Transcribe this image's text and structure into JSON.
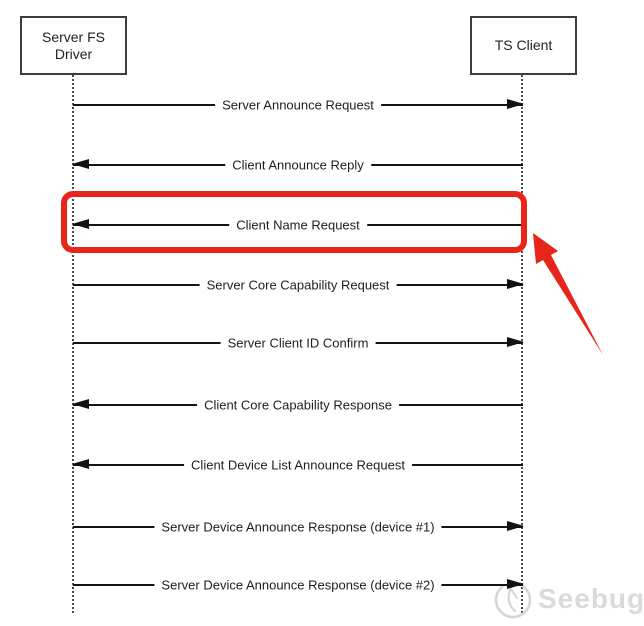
{
  "diagram": {
    "type": "sequence-diagram",
    "actors": [
      {
        "name": "Server FS Driver",
        "lines": [
          "Server FS",
          "Driver"
        ]
      },
      {
        "name": "TS Client",
        "lines": [
          "TS Client"
        ]
      }
    ],
    "messages": [
      {
        "label": "Server Announce Request",
        "direction": "right",
        "from": "Server FS Driver",
        "to": "TS Client",
        "highlighted": false
      },
      {
        "label": "Client Announce Reply",
        "direction": "left",
        "from": "TS Client",
        "to": "Server FS Driver",
        "highlighted": false
      },
      {
        "label": "Client Name Request",
        "direction": "left",
        "from": "TS Client",
        "to": "Server FS Driver",
        "highlighted": true
      },
      {
        "label": "Server Core Capability Request",
        "direction": "right",
        "from": "Server FS Driver",
        "to": "TS Client",
        "highlighted": false
      },
      {
        "label": "Server Client ID Confirm",
        "direction": "right",
        "from": "Server FS Driver",
        "to": "TS Client",
        "highlighted": false
      },
      {
        "label": "Client Core Capability Response",
        "direction": "left",
        "from": "TS Client",
        "to": "Server FS Driver",
        "highlighted": false
      },
      {
        "label": "Client Device List Announce Request",
        "direction": "left",
        "from": "TS Client",
        "to": "Server FS Driver",
        "highlighted": false
      },
      {
        "label": "Server Device Announce Response (device #1)",
        "direction": "right",
        "from": "Server FS Driver",
        "to": "TS Client",
        "highlighted": false
      },
      {
        "label": "Server Device Announce Response (device #2)",
        "direction": "right",
        "from": "Server FS Driver",
        "to": "TS Client",
        "highlighted": false
      }
    ],
    "annotation": {
      "highlighted_message": "Client Name Request",
      "highlight_color": "#e8251a",
      "callout_arrow_color": "#e8251a"
    },
    "watermark": {
      "text": "Seebug",
      "color": "#dadada"
    },
    "colors": {
      "background": "#ffffff",
      "line": "#141414",
      "actor_border": "#3c3c3c",
      "lifeline": "#4b4b4b"
    }
  }
}
